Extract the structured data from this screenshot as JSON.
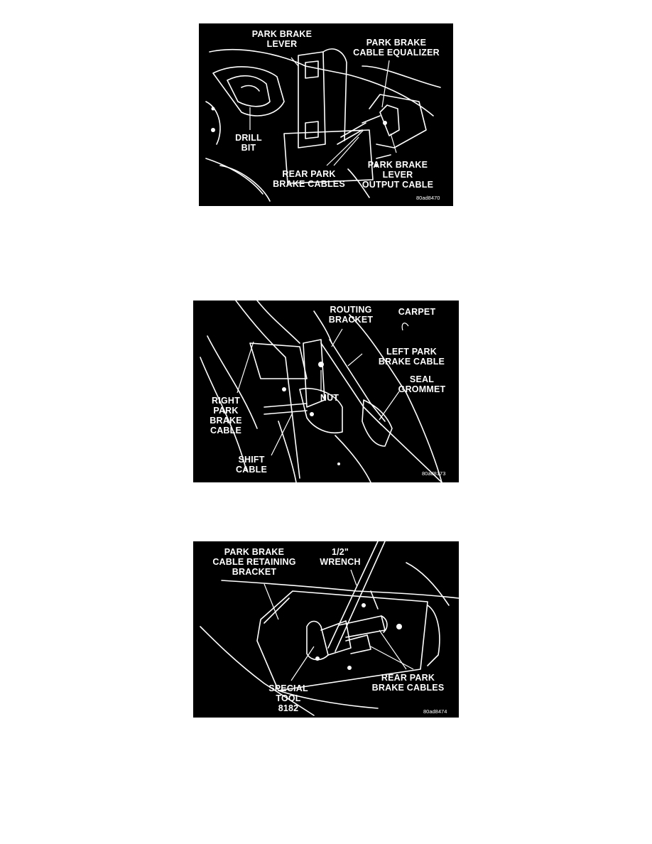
{
  "figures": [
    {
      "code": "80ad8470",
      "labels": {
        "park_brake_lever": [
          "PARK BRAKE",
          "LEVER"
        ],
        "cable_equalizer": [
          "PARK BRAKE",
          "CABLE EQUALIZER"
        ],
        "drill_bit": [
          "DRILL",
          "BIT"
        ],
        "rear_cables": [
          "REAR PARK",
          "BRAKE CABLES"
        ],
        "output_cable": [
          "PARK BRAKE",
          "LEVER",
          "OUTPUT CABLE"
        ]
      }
    },
    {
      "code": "80ad8173",
      "labels": {
        "routing_bracket": [
          "ROUTING",
          "BRACKET"
        ],
        "carpet": [
          "CARPET"
        ],
        "left_cable": [
          "LEFT PARK",
          "BRAKE CABLE"
        ],
        "seal_grommet": [
          "SEAL",
          "GROMMET"
        ],
        "right_cable": [
          "RIGHT",
          "PARK",
          "BRAKE",
          "CABLE"
        ],
        "nut": [
          "NUT"
        ],
        "shift_cable": [
          "SHIFT",
          "CABLE"
        ]
      }
    },
    {
      "code": "80ad8474",
      "labels": {
        "retaining_bracket": [
          "PARK BRAKE",
          "CABLE RETAINING",
          "BRACKET"
        ],
        "wrench": [
          "1/2\"",
          "WRENCH"
        ],
        "rear_cables": [
          "REAR PARK",
          "BRAKE CABLES"
        ],
        "special_tool": [
          "SPECIAL",
          "TOOL",
          "8182"
        ]
      }
    }
  ]
}
